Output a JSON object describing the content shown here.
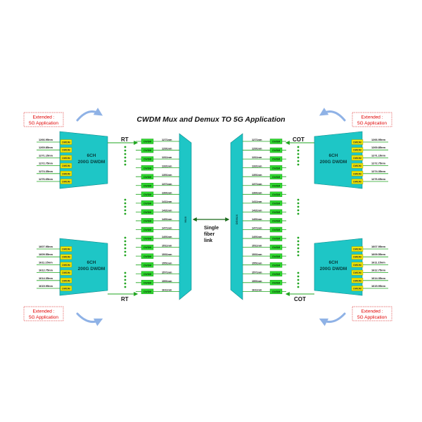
{
  "title": "CWDM Mux and Demux TO 5G Application",
  "extended": {
    "line1": "Extended  :",
    "line2": "5G Application"
  },
  "rt_label": "RT",
  "cot_label": "COT",
  "mux_label": "MUX",
  "demux_label": "DEMUX",
  "link_label": [
    "Single",
    "fiber",
    "link"
  ],
  "cwdm_label": "CWDM",
  "dwdm_label": "DWDM",
  "cwdm_channels": [
    "1271nm",
    "1291nm",
    "1311nm",
    "1331nm",
    "1351nm",
    "1371nm",
    "1391nm",
    "1411nm",
    "1431nm",
    "1451nm",
    "1471nm",
    "1491nm",
    "1511nm",
    "1531nm",
    "1551nm",
    "1571nm",
    "1591nm",
    "1611nm"
  ],
  "dwdm_upper": {
    "name_line1": "6CH",
    "name_line2": "200G DWDM",
    "channels": [
      "1266.95nm",
      "1269.85nm",
      "1271.15nm",
      "1272.75nm",
      "1274.35nm",
      "1276.65nm"
    ]
  },
  "dwdm_lower": {
    "name_line1": "6CH",
    "name_line2": "200G DWDM",
    "channels": [
      "1607.95nm",
      "1609.55nm",
      "1611.15nm",
      "1612.75nm",
      "1614.35nm",
      "1615.95nm"
    ]
  },
  "colors": {
    "trapezoid": "#1ec6c6",
    "cwdm_box": "#2fd82f",
    "dwdm_box": "#f2e600",
    "line": "#1fa51f",
    "extended_text": "#e00000",
    "extended_border": "#e05050",
    "arrow": "#8fb2e6",
    "link_arrow": "#1b6b1b"
  }
}
